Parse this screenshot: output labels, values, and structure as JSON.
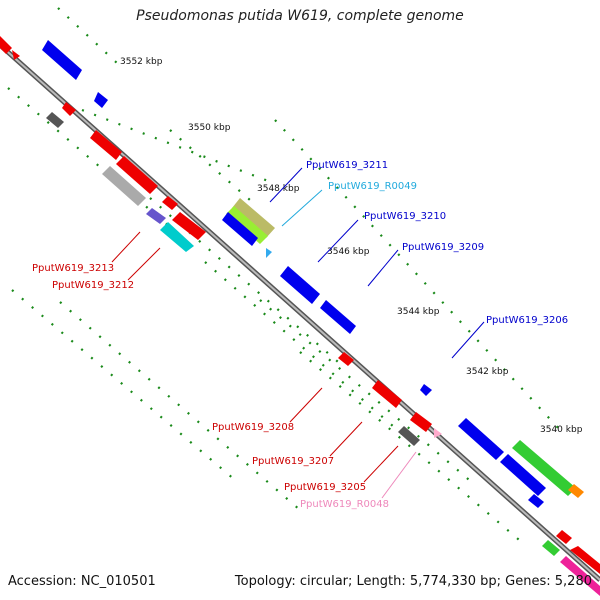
{
  "title": "Pseudomonas putida W619, complete genome",
  "accession": "Accession: NC_010501",
  "summary": "Topology: circular; Length: 5,774,330 bp; Genes: 5,280",
  "scale_ticks": [
    "3552 kbp",
    "3550 kbp",
    "3548 kbp",
    "3546 kbp",
    "3544 kbp",
    "3542 kbp",
    "3540 kbp"
  ],
  "gene_labels": [
    {
      "text": "PputW619_3211",
      "color": "#0000cc"
    },
    {
      "text": "PputW619_R0049",
      "color": "#22aadd"
    },
    {
      "text": "PputW619_3210",
      "color": "#0000cc"
    },
    {
      "text": "PputW619_3209",
      "color": "#0000cc"
    },
    {
      "text": "PputW619_3206",
      "color": "#0000cc"
    },
    {
      "text": "PputW619_3213",
      "color": "#cc0000"
    },
    {
      "text": "PputW619_3212",
      "color": "#cc0000"
    },
    {
      "text": "PputW619_3208",
      "color": "#cc0000"
    },
    {
      "text": "PputW619_3207",
      "color": "#cc0000"
    },
    {
      "text": "PputW619_3205",
      "color": "#cc0000"
    },
    {
      "text": "PputW619_R0048",
      "color": "#ee88bb"
    }
  ],
  "colors": {
    "backbone": "#888888",
    "tick": "#1a8a1a",
    "blue_gene": "#0000ee",
    "red_gene": "#ee0000"
  }
}
